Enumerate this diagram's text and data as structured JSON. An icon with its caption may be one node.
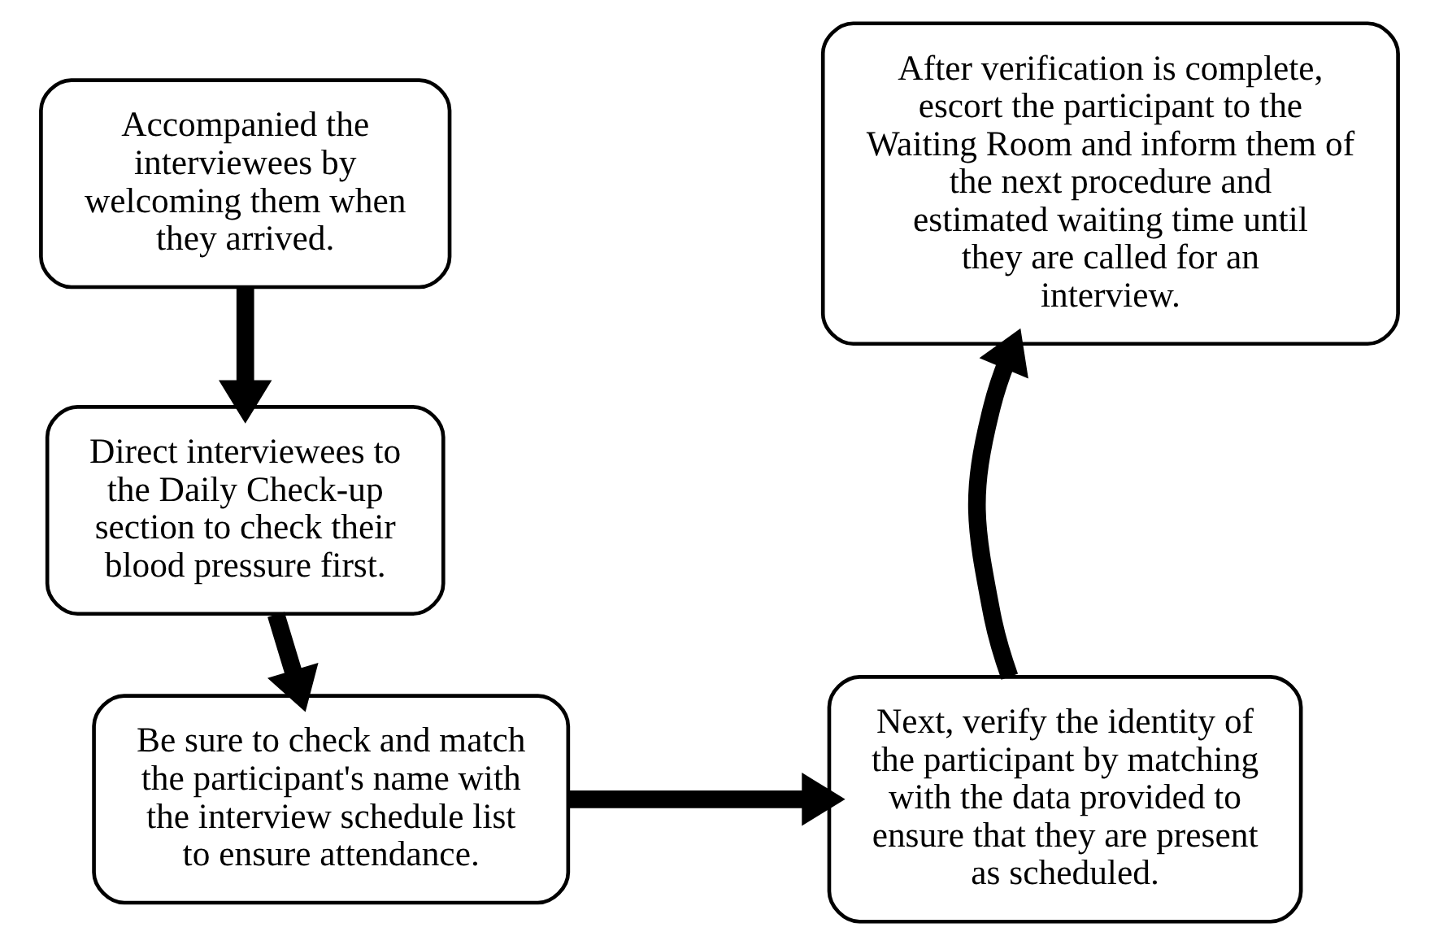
{
  "diagram": {
    "nodes": [
      {
        "text": [
          "Accompanied the interviewees by welcoming them when they arrived."
        ]
      },
      {
        "text": [
          "Direct interviewees to the Daily Check-up section to check their blood pressure first."
        ]
      },
      {
        "text": [
          "Be sure to check and match the participant's name with the interview schedule list to ensure attendance."
        ]
      },
      {
        "text": [
          "Next, verify the identity of the participant by matching with the data provided to ensure that they are present as scheduled."
        ]
      },
      {
        "text": [
          "After verification is complete, escort the participant to the Waiting Room and inform them of the next procedure and estimated waiting time until they are called for an interview."
        ]
      }
    ],
    "edges": [
      {
        "from": 0,
        "to": 1,
        "arrow": "to"
      },
      {
        "from": 1,
        "to": 2,
        "arrow": "to"
      },
      {
        "from": 2,
        "to": 3,
        "arrow": "to"
      },
      {
        "from": 3,
        "to": 4,
        "arrow": "to"
      }
    ]
  }
}
